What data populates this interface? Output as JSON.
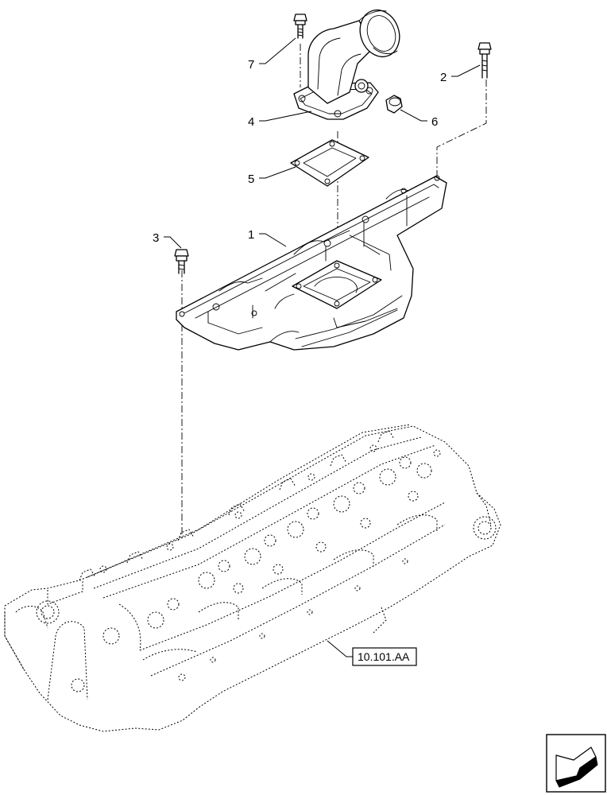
{
  "callouts": {
    "c1": "1",
    "c2": "2",
    "c3": "3",
    "c4": "4",
    "c5": "5",
    "c6": "6",
    "c7": "7"
  },
  "reference": "10.101.AA",
  "icons": {
    "nav": "next-page-arrow-icon"
  },
  "colors": {
    "line": "#000000",
    "background": "#ffffff"
  }
}
